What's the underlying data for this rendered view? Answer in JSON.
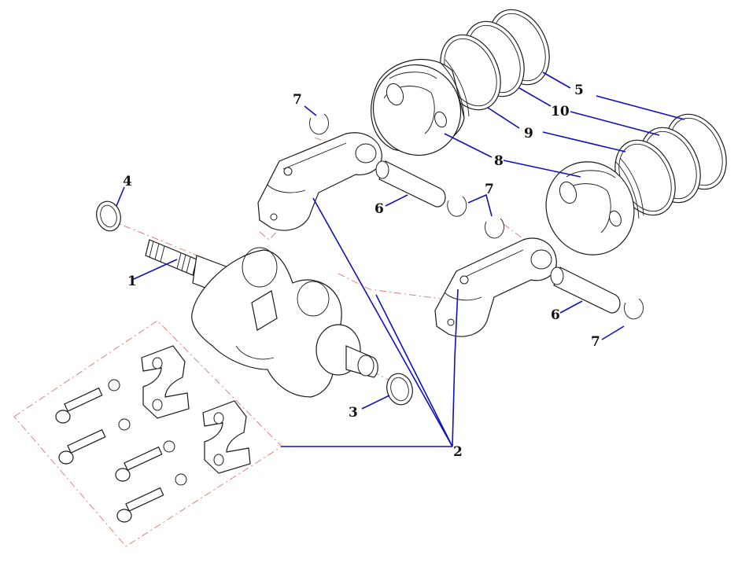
{
  "labels": {
    "p1": "1",
    "p2": "2",
    "p3": "3",
    "p4": "4",
    "p5": "5",
    "p6a": "6",
    "p6b": "6",
    "p7a": "7",
    "p7b": "7",
    "p7c": "7",
    "p8": "8",
    "p9": "9",
    "p10": "10"
  },
  "colors": {
    "leader": "#1010c0",
    "assembly_dash": "#e07070",
    "outline": "#1a1a1a"
  }
}
